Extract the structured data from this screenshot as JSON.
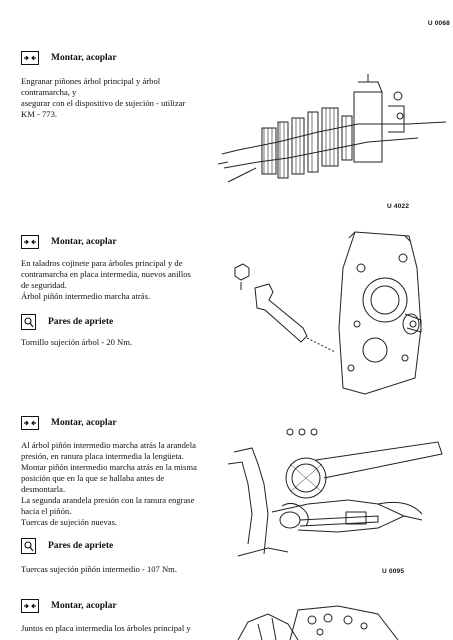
{
  "codes": {
    "top": "U 0068",
    "s1_figure": "U 4022",
    "s3_figure": "U 0095"
  },
  "sections": [
    {
      "icon": "assemble-icon",
      "title": "Montar, acoplar",
      "lines": [
        "Engranar piñones árbol principal y árbol",
        "contramarcha, y",
        "asegurar con el dispositivo de sujeción - utilizar",
        "KM - 773."
      ]
    },
    {
      "icon": "assemble-icon",
      "title": "Montar, acoplar",
      "lines": [
        "En taladros cojinete para árboles principal y de",
        "contramarcha en placa intermedia, nuevos anillos",
        "de seguridad.",
        "Árbol piñón intermedio marcha atrás."
      ],
      "torque": {
        "icon": "torque-wrench-icon",
        "title": "Pares de apriete",
        "lines": [
          "Tornillo sujeción árbol - 20 Nm."
        ]
      }
    },
    {
      "icon": "assemble-icon",
      "title": "Montar, acoplar",
      "lines": [
        "Al árbol piñón intermedio marcha atrás la arandela",
        "presión, en ranura placa intermedia la lengüeta.",
        "Montar piñón intermedio marcha atrás en la misma",
        "posición que en la que se hallaba antes de",
        "desmontarla.",
        "La segunda arandela presión con la ranura engrase",
        "hacia el piñón.",
        "Tuercas de sujeción nuevas."
      ],
      "torque": {
        "icon": "torque-wrench-icon",
        "title": "Pares de apriete",
        "lines": [
          "Tuercas sujeción piñón intermedio - 107 Nm."
        ]
      }
    },
    {
      "icon": "assemble-icon",
      "title": "Montar, acoplar",
      "lines": [
        "Juntos en placa intermedia los árboles principal y"
      ]
    }
  ]
}
